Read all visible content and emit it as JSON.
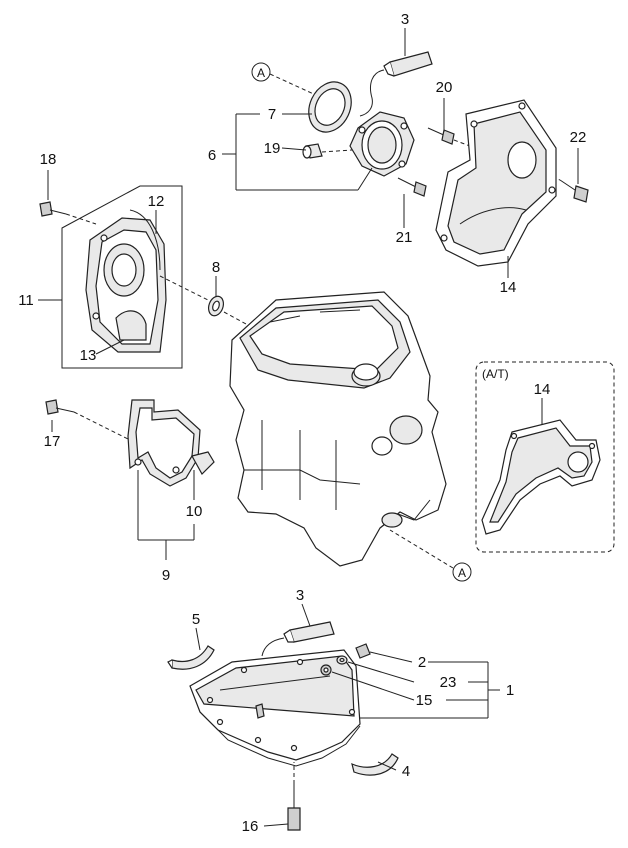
{
  "callouts": {
    "c1": "1",
    "c2": "2",
    "c3a": "3",
    "c3b": "3",
    "c4": "4",
    "c5": "5",
    "c6": "6",
    "c7": "7",
    "c8": "8",
    "c9": "9",
    "c10": "10",
    "c11": "11",
    "c12": "12",
    "c13": "13",
    "c14a": "14",
    "c14b": "14",
    "c15": "15",
    "c16": "16",
    "c17": "17",
    "c18": "18",
    "c19": "19",
    "c20": "20",
    "c21": "21",
    "c22": "22",
    "c23": "23"
  },
  "refs": {
    "a_top": "A",
    "a_bottom": "A"
  },
  "inset": {
    "label": "(A/T)"
  }
}
